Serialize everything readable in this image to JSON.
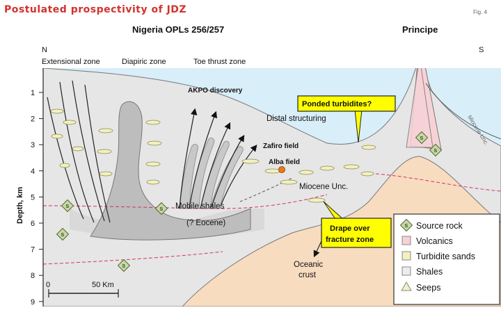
{
  "figure": {
    "title": "Postulated prospectivity of JDZ",
    "fig_number": "Fig. 4"
  },
  "headers": {
    "left_region": "Nigeria OPLs 256/257",
    "right_region": "Principe",
    "north": "N",
    "south": "S"
  },
  "zones": {
    "extensional": "Extensional zone",
    "diapiric": "Diapiric zone",
    "toe_thrust": "Toe thrust zone"
  },
  "axis": {
    "ylabel": "Depth, km",
    "ticks": [
      "1",
      "2",
      "3",
      "4",
      "5",
      "6",
      "7",
      "8",
      "9"
    ]
  },
  "labels": {
    "akpo": "AKPO discovery",
    "distal": "Distal structuring",
    "zafiro": "Zafiro field",
    "alba": "Alba field",
    "miocene_unc": "Miocene Unc.",
    "miocene_unc_right": "Miocene Unc.",
    "mobile_shales": "Mobile shales",
    "eocene": "(? Eocene)",
    "oceanic_1": "Oceanic",
    "oceanic_2": "crust"
  },
  "callouts": {
    "ponded": "Ponded turbidites?",
    "drape_1": "Drape over",
    "drape_2": "fracture zone"
  },
  "scale_bar": {
    "start": "0",
    "end": "50 Km"
  },
  "legend": [
    {
      "label": "Source rock",
      "symbol": "diamond-s",
      "color": "#c8d7a8"
    },
    {
      "label": "Volcanics",
      "symbol": "box",
      "color": "#f6d2d6"
    },
    {
      "label": "Turbidite sands",
      "symbol": "box",
      "color": "#f3f0bf"
    },
    {
      "label": "Shales",
      "symbol": "box",
      "color": "#ececec"
    },
    {
      "label": "Seeps",
      "symbol": "triangle",
      "color": "#f3f0bf"
    }
  ],
  "colors": {
    "title": "#d2322d",
    "sea": "#d8eef8",
    "shale": "#e6e6e6",
    "diapir": "#bdbdbd",
    "crust": "#f8dcc0",
    "volcanic": "#f6d2d6",
    "callout": "#ffff00",
    "turbidite": "#f3f0bf",
    "fault_dashed": "#d0306a"
  }
}
